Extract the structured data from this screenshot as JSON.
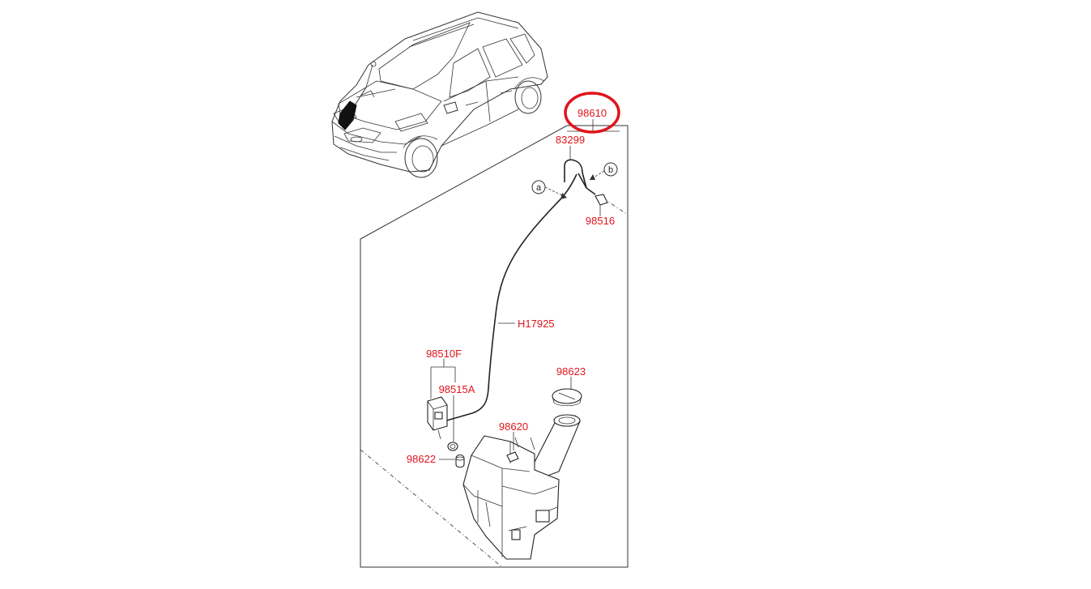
{
  "parts": {
    "assembly": "98610",
    "hose_connector": "83299",
    "nozzle": "98516",
    "washer_hose": "H17925",
    "pump": "98510F",
    "pump_grommet": "98515A",
    "cap": "98623",
    "reservoir": "98620",
    "grommet": "98622"
  },
  "refs": {
    "a": "a",
    "b": "b"
  },
  "highlight": {
    "color": "#e0141c",
    "target": "98610"
  }
}
